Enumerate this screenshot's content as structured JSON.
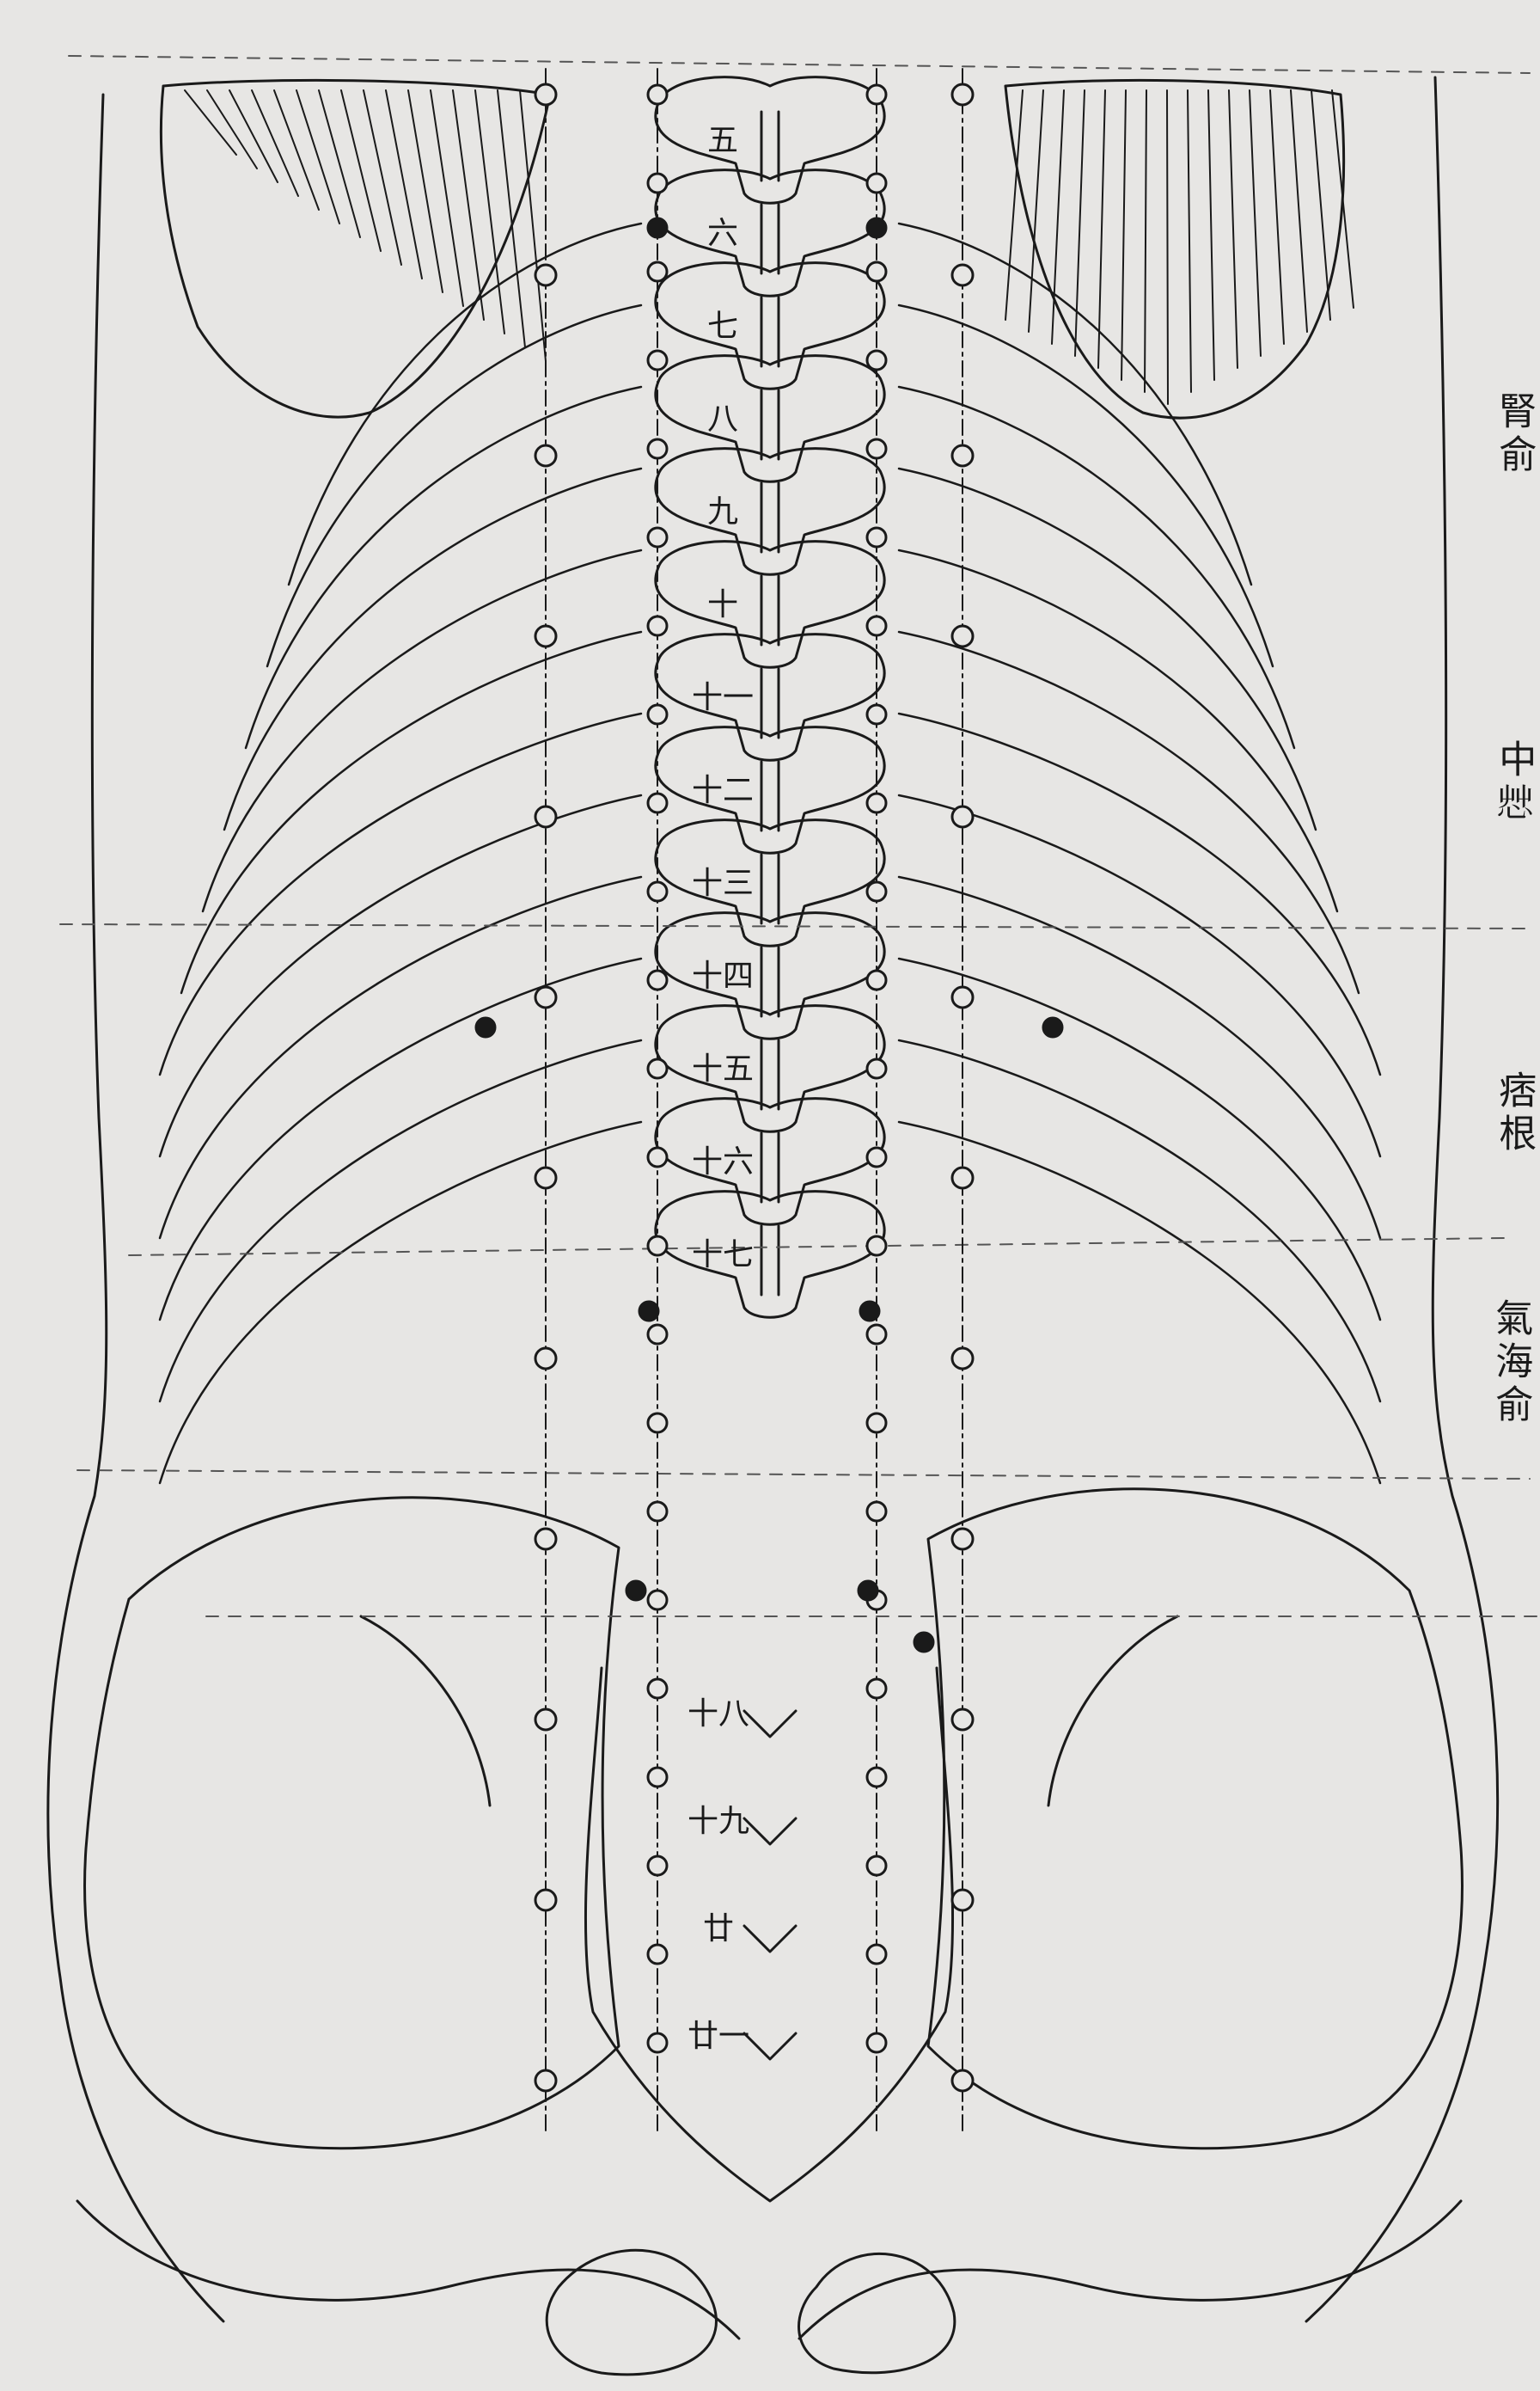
{
  "colors": {
    "background": "#e7e6e4",
    "ink": "#1a1a1a",
    "guide": "#555555"
  },
  "vertebra_labels": [
    "五",
    "六",
    "七",
    "八",
    "九",
    "十",
    "十一",
    "十二",
    "十三",
    "十四",
    "十五",
    "十六",
    "十七"
  ],
  "sacral_labels": [
    "十八",
    "十九",
    "廿",
    "廿一"
  ],
  "side_labels": {
    "shin_yu": "腎​俞",
    "chuka": "中​𢘿",
    "hikon": "痞​根",
    "kikai_yu": "氣​海​俞"
  }
}
